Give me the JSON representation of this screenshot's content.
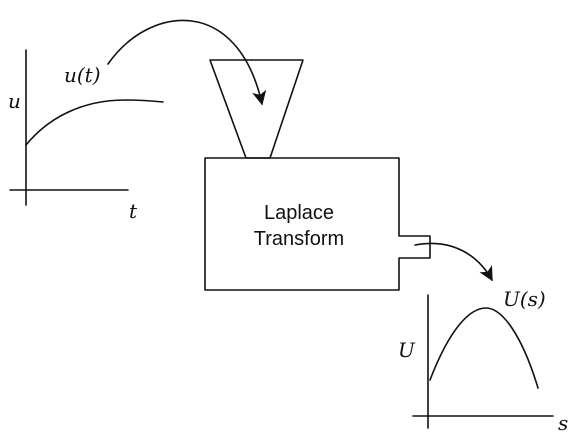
{
  "input_graph": {
    "y_axis_label": "u",
    "x_axis_label": "t",
    "curve_label": "u(t)"
  },
  "machine": {
    "line1": "Laplace",
    "line2": "Transform"
  },
  "output_graph": {
    "y_axis_label": "U",
    "x_axis_label": "s",
    "curve_label": "U(s)"
  },
  "colors": {
    "ink": "#111111",
    "background": "#ffffff"
  }
}
